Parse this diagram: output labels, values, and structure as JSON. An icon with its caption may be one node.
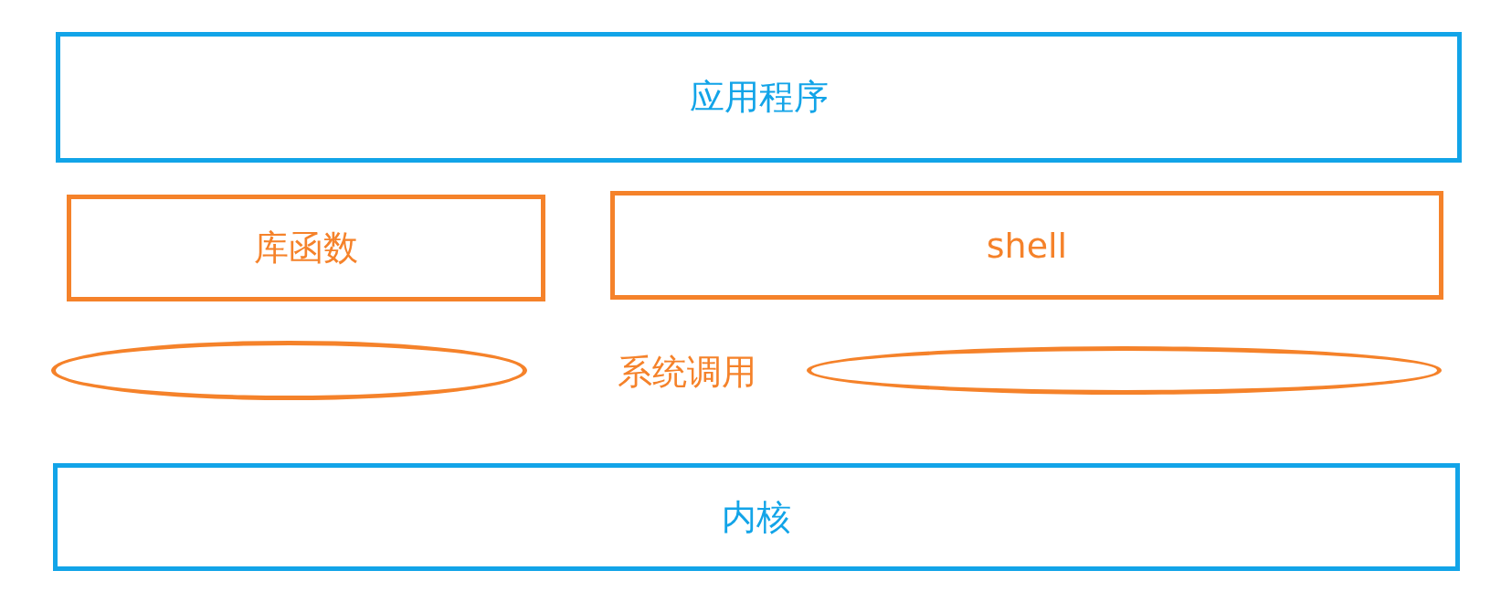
{
  "diagram": {
    "nodes": [
      {
        "text": [
          "应用程序"
        ]
      },
      {
        "text": [
          "库函数"
        ]
      },
      {
        "text": [
          "shell"
        ]
      },
      {
        "text": [],
        "shape": "ellipse"
      },
      {
        "text": [],
        "shape": "ellipse"
      },
      {
        "text": [
          "内核"
        ]
      }
    ],
    "labels": [
      "系统调用"
    ]
  }
}
